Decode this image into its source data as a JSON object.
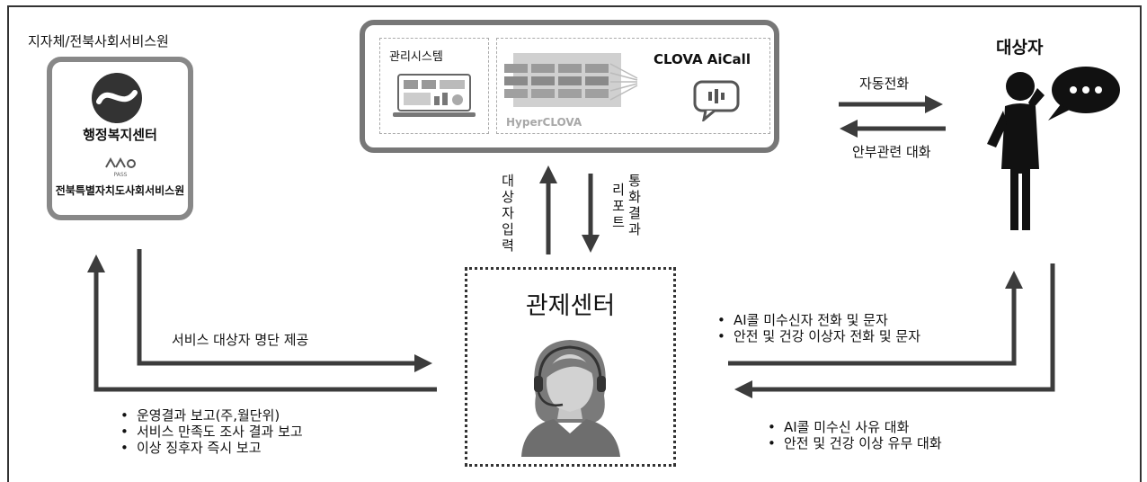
{
  "welfare": {
    "caption": "지자체/전북사회서비스원",
    "org_name": "행정복지센터",
    "pass_logo": "PASS",
    "institute_name": "전북특별자치도사회서비스원"
  },
  "system": {
    "mgmt_label": "관리시스템",
    "hyperclova_label": "HyperCLOVA",
    "aicall_label": "CLOVA AiCall"
  },
  "target": {
    "title": "대상자"
  },
  "arrows": {
    "auto_call": "자동전화",
    "safety_talk": "안부관련 대화",
    "target_input": "대상자입력",
    "call_result": "통화결과",
    "report": "리포트",
    "service_list": "서비스 대상자 명단 제공"
  },
  "control_center": {
    "title": "관제센터"
  },
  "bullets": {
    "to_welfare": [
      "운영결과 보고(주,월단위)",
      "서비스 만족도 조사 결과 보고",
      "이상 징후자 즉시 보고"
    ],
    "to_target": [
      "AI콜 미수신자 전화 및 문자",
      "안전 및 건강 이상자 전화 및 문자"
    ],
    "from_target": [
      "AI콜 미수신 사유 대화",
      "안전 및 건강 이상 유무 대화"
    ]
  },
  "colors": {
    "arrow": "#3c3c3c",
    "box_border": "#888888",
    "gray_fill": "#9a9a9a"
  },
  "icons": [
    "stroke-s-logo-icon",
    "pass-logo-icon",
    "laptop-icon",
    "server-stack-icon",
    "speech-bubble-icon",
    "person-phone-icon",
    "operator-headset-icon"
  ]
}
